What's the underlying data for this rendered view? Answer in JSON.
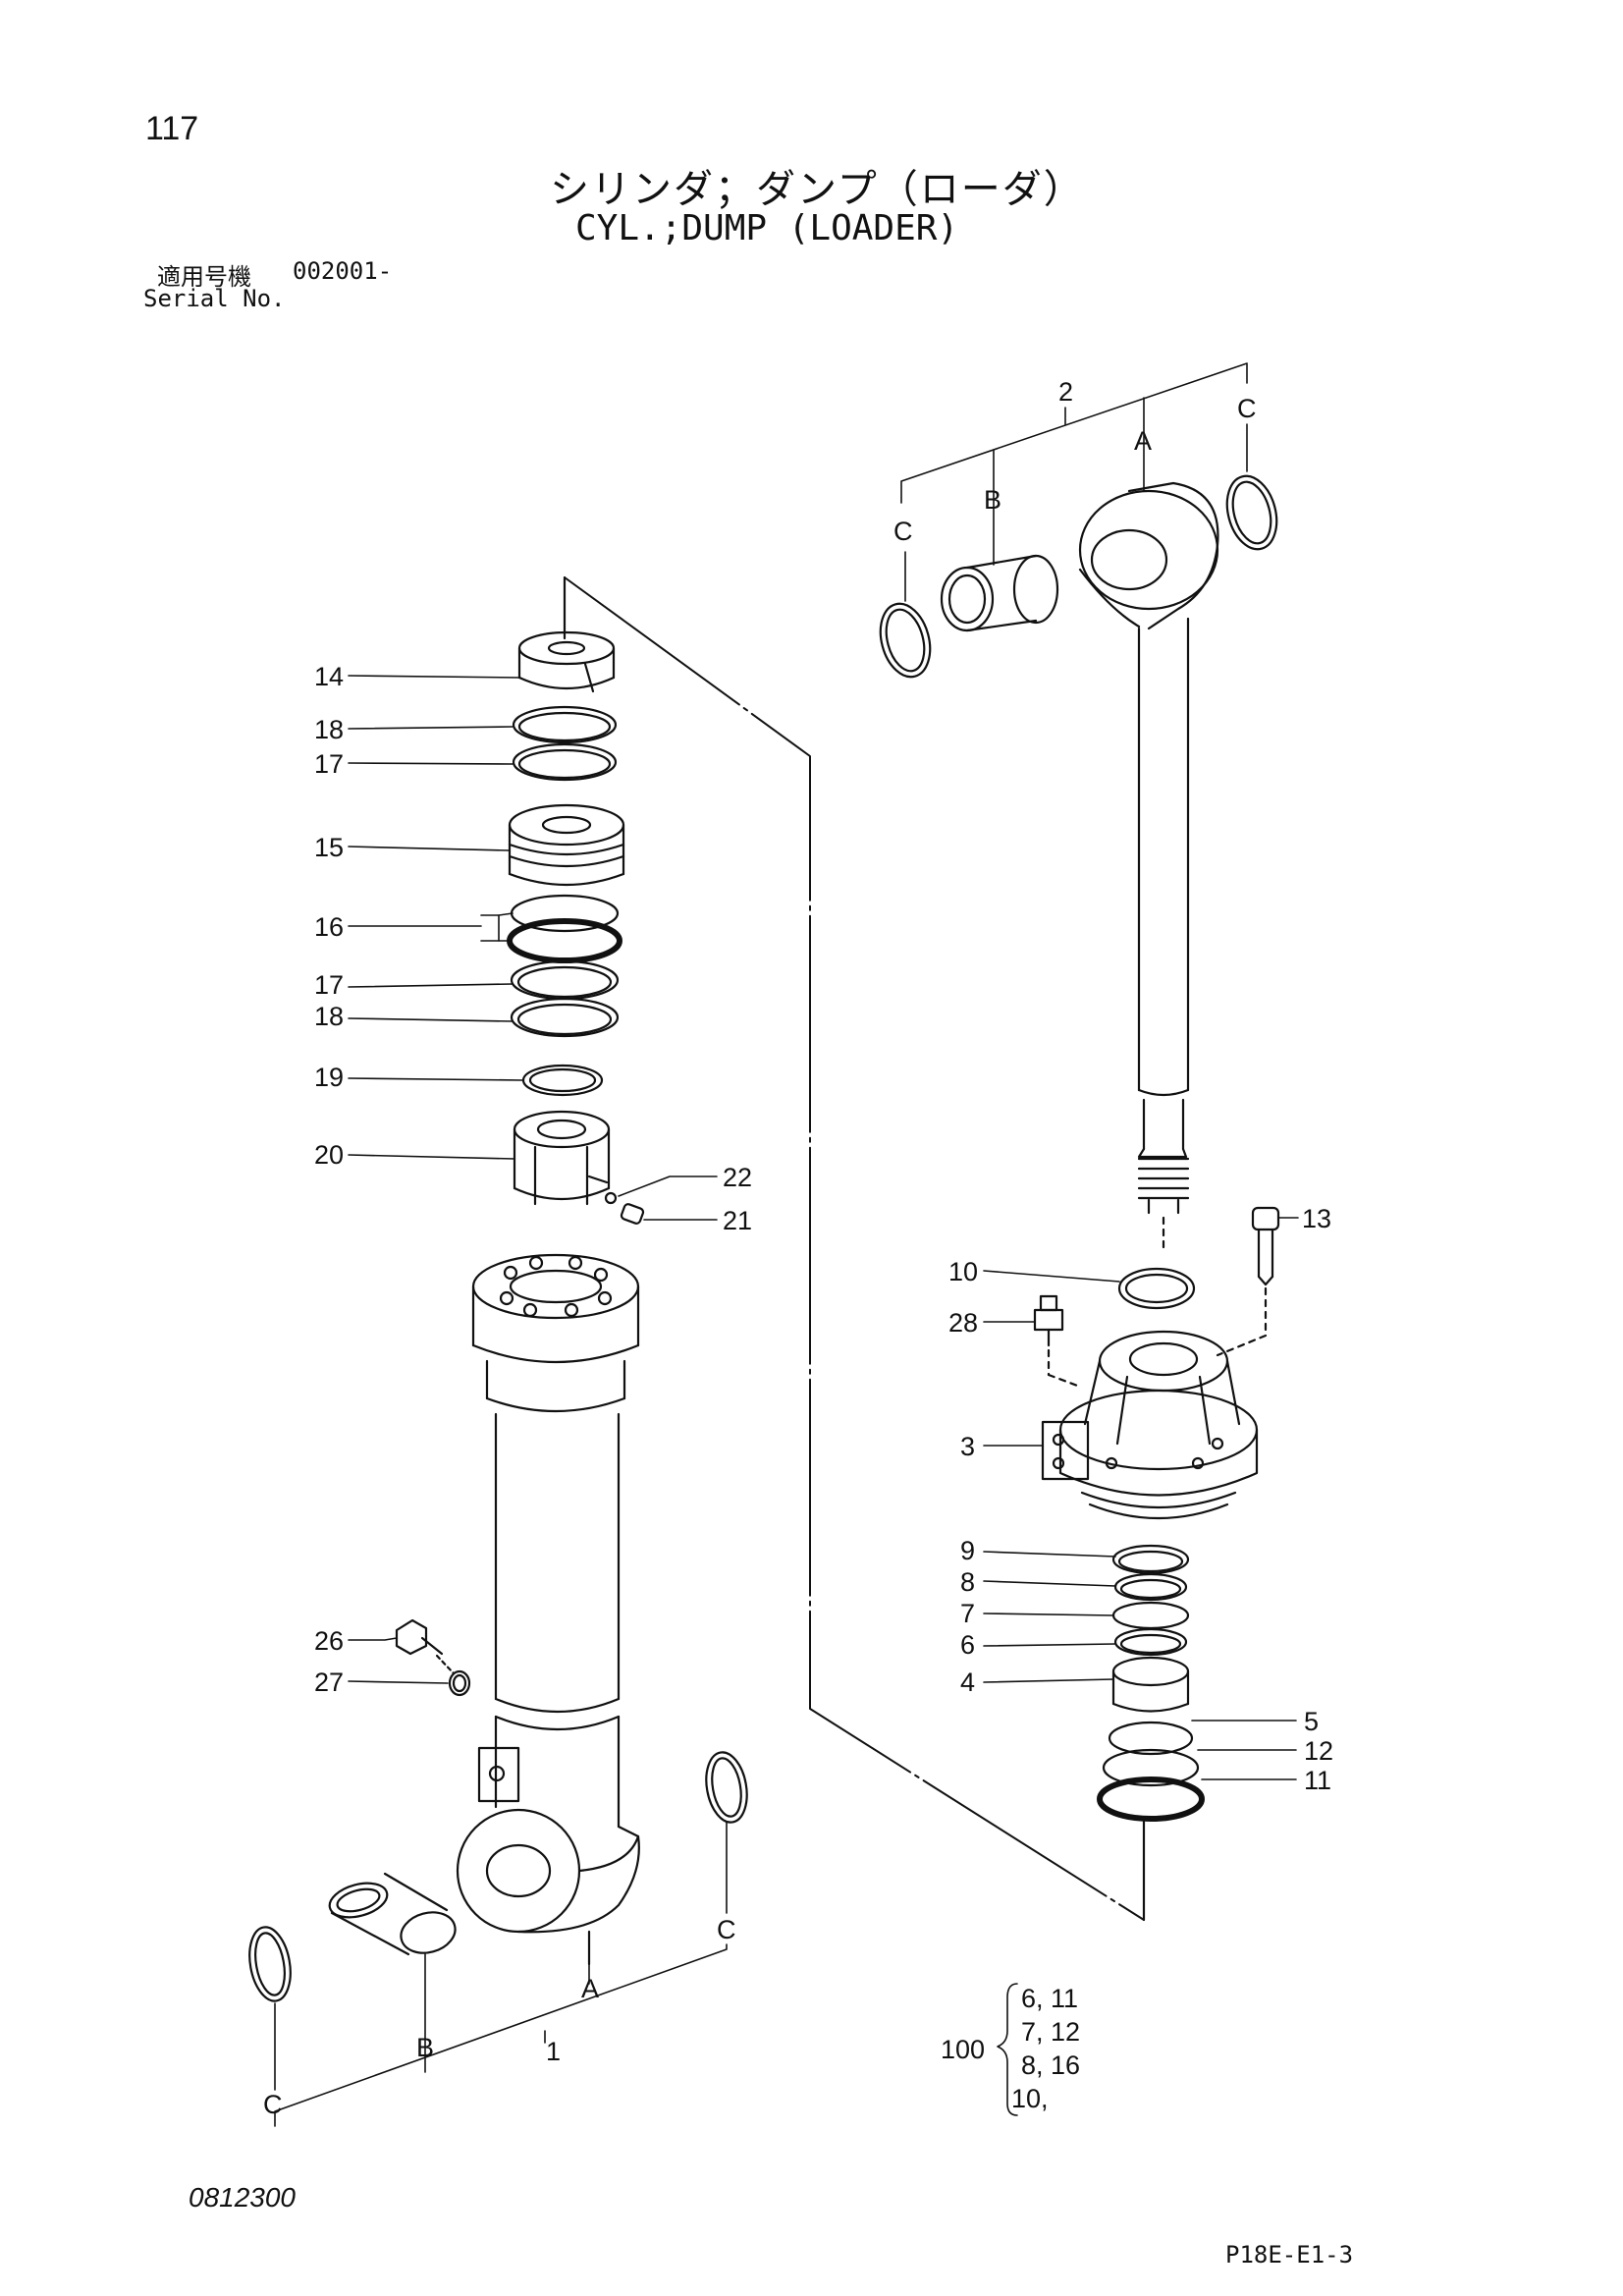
{
  "page_number": "117",
  "title_jp": "シリンダ；ダンプ（ローダ）",
  "title_en": "CYL.;DUMP (LOADER)",
  "serial": {
    "label_jp": "適用号機",
    "label_en": "Serial No.",
    "value": "002001-"
  },
  "callouts": {
    "p1": "1",
    "p2": "2",
    "p3": "3",
    "p4": "4",
    "p5": "5",
    "p6": "6",
    "p7": "7",
    "p8": "8",
    "p9": "9",
    "p10": "10",
    "p11": "11",
    "p12": "12",
    "p13": "13",
    "p14": "14",
    "p15": "15",
    "p16": "16",
    "p17": "17",
    "p18": "18",
    "p19": "19",
    "p20": "20",
    "p21": "21",
    "p22": "22",
    "p26": "26",
    "p27": "27",
    "p28": "28",
    "A": "A",
    "B": "B",
    "C": "C"
  },
  "kit": {
    "number": "100",
    "lines": [
      "6, 11",
      "7, 12",
      "8, 16",
      "10,"
    ]
  },
  "doc_code": "0812300",
  "page_code": "P18E-E1-3"
}
